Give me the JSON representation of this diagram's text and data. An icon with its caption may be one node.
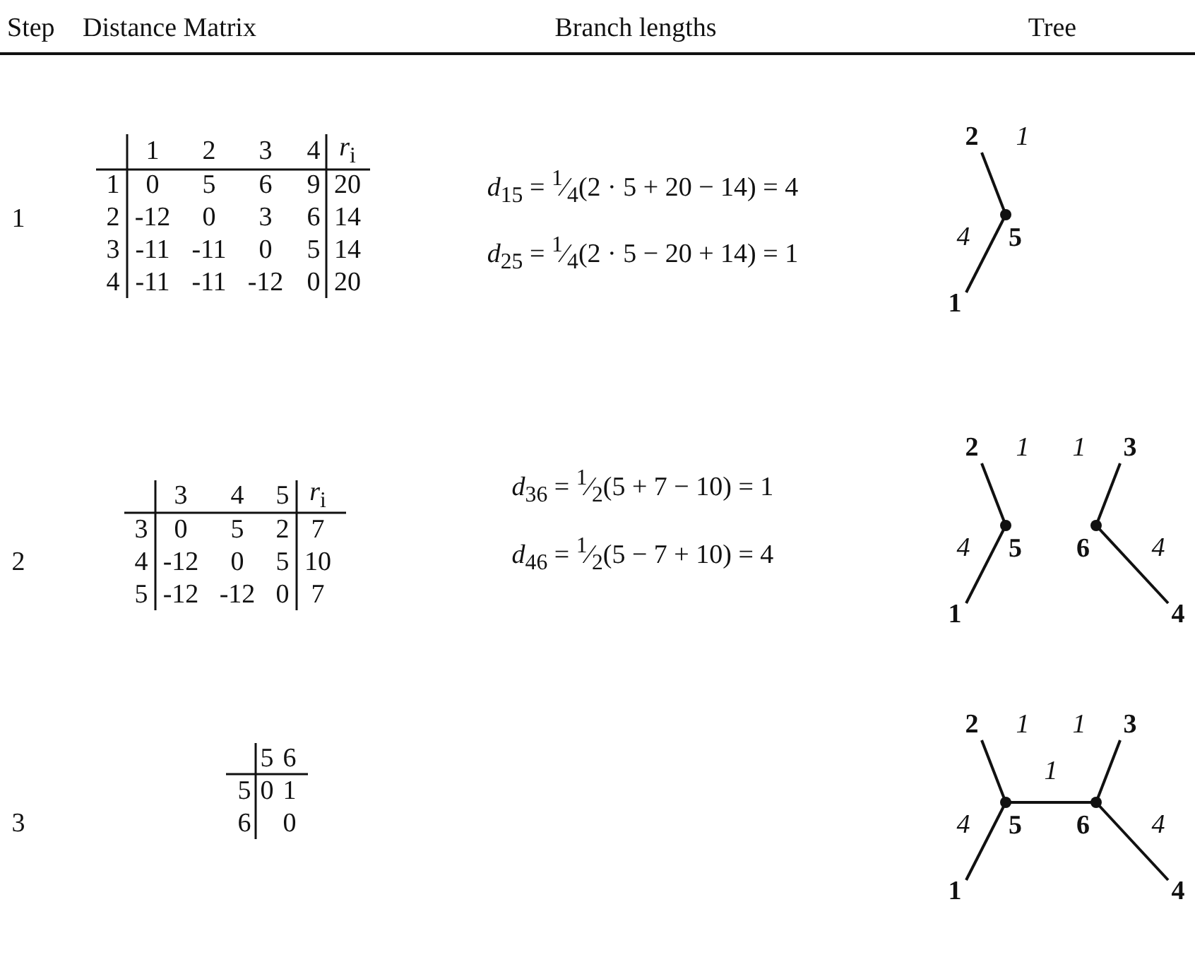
{
  "diagram": {
    "nodes": [
      {
        "text": [
          "2"
        ]
      },
      {
        "text": [
          "5"
        ]
      },
      {
        "text": [
          "1"
        ]
      },
      {
        "text": [
          "2"
        ]
      },
      {
        "text": [
          "5"
        ]
      },
      {
        "text": [
          "1"
        ]
      },
      {
        "text": [
          "3"
        ]
      },
      {
        "text": [
          "6"
        ]
      },
      {
        "text": [
          "4"
        ]
      },
      {
        "text": [
          "2"
        ]
      },
      {
        "text": [
          "5"
        ]
      },
      {
        "text": [
          "1"
        ]
      },
      {
        "text": [
          "3"
        ]
      },
      {
        "text": [
          "6"
        ]
      },
      {
        "text": [
          "4"
        ]
      }
    ],
    "edges": [
      {
        "from": 0,
        "to": 1,
        "arrow": "none",
        "label": "1"
      },
      {
        "from": 2,
        "to": 1,
        "arrow": "none",
        "label": "4"
      },
      {
        "from": 3,
        "to": 4,
        "arrow": "none",
        "label": "1"
      },
      {
        "from": 5,
        "to": 4,
        "arrow": "none",
        "label": "4"
      },
      {
        "from": 6,
        "to": 7,
        "arrow": "none",
        "label": "1"
      },
      {
        "from": 8,
        "to": 7,
        "arrow": "none",
        "label": "4"
      },
      {
        "from": 9,
        "to": 10,
        "arrow": "none",
        "label": "1"
      },
      {
        "from": 11,
        "to": 10,
        "arrow": "none",
        "label": "4"
      },
      {
        "from": 10,
        "to": 13,
        "arrow": "none",
        "label": "1"
      },
      {
        "from": 12,
        "to": 13,
        "arrow": "none",
        "label": "1"
      },
      {
        "from": 14,
        "to": 13,
        "arrow": "none",
        "label": "4"
      }
    ],
    "labels": [
      "Step",
      "Distance Matrix",
      "Branch lengths",
      "Tree",
      "1",
      "1",
      "2",
      "3",
      "4",
      "*r*$_{i}$",
      "1",
      "0",
      "5",
      "6",
      "9",
      "20",
      "2",
      "-12",
      "0",
      "3",
      "6",
      "14",
      "3",
      "-11",
      "-11",
      "0",
      "5",
      "14",
      "4",
      "-11",
      "-11",
      "-12",
      "0",
      "20",
      "*d*$_{15}$ = $^{1}$⁄$_{4}$(2 · 5 + 20 − 14) = 4",
      "*d*$_{25}$ = $^{1}$⁄$_{4}$(2 · 5 − 20 + 14) = 1",
      "2",
      "3",
      "4",
      "5",
      "*r*$_{i}$",
      "3",
      "0",
      "5",
      "2",
      "7",
      "4",
      "-12",
      "0",
      "5",
      "10",
      "5",
      "-12",
      "-12",
      "0",
      "7",
      "*d*$_{36}$ = $^{1}$⁄$_{2}$(5 + 7 − 10) = 1",
      "*d*$_{46}$ = $^{1}$⁄$_{2}$(5 − 7 + 10) = 4",
      "3",
      "5",
      "6",
      "5",
      "0",
      "1",
      "6",
      "0"
    ]
  }
}
